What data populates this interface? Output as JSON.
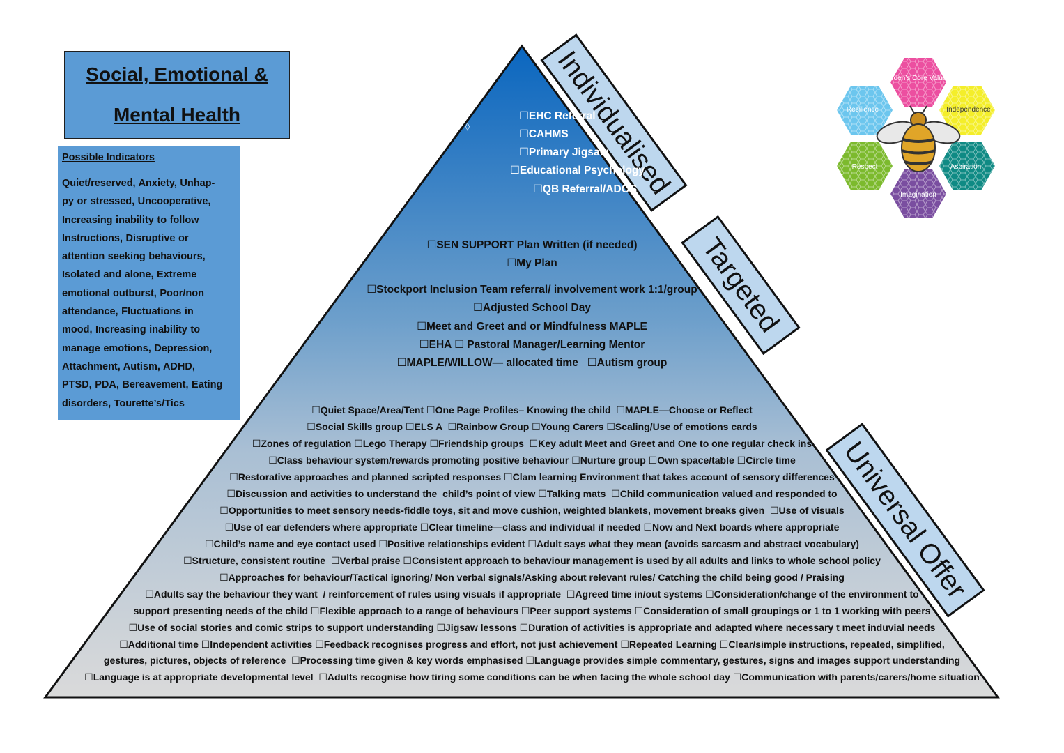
{
  "title": {
    "line1": "Social, Emotional &",
    "line2": "Mental Health"
  },
  "indicators": {
    "heading": "Possible Indicators",
    "lines": [
      "Quiet/reserved, Anxiety, Unhap-",
      "py or stressed,  Uncooperative,",
      "Increasing inability to follow",
      "Instructions, Disruptive or",
      "attention seeking behaviours,",
      "Isolated and alone, Extreme",
      "emotional outburst, Poor/non",
      "attendance, Fluctuations in",
      "mood, Increasing inability to",
      "manage emotions, Depression,",
      "Attachment, Autism, ADHD,",
      "PTSD, PDA, Bereavement, Eating",
      "disorders, Tourette’s/Tics"
    ]
  },
  "tiers": {
    "individualised": "Individualised",
    "targeted": "Targeted",
    "universal": "Universal Offer"
  },
  "individualised_items": [
    "☐EHC Referral",
    "☐CAHMS",
    "☐Primary Jigsaw",
    "☐Educational Psychology",
    "☐QB Referral/ADOS"
  ],
  "targeted_items": [
    "☐SEN SUPPORT Plan Written (if needed)",
    "☐My Plan",
    "☐Stockport Inclusion Team referral/ involvement work 1:1/group",
    "☐Adjusted School Day",
    "☐Meet and Greet and or Mindfulness MAPLE",
    "☐EHA ☐ Pastoral Manager/Learning Mentor",
    "☐MAPLE/WILLOW— allocated time   ☐Autism group"
  ],
  "universal_items": [
    "☐Quiet Space/Area/Tent ☐One Page Profiles– Knowing the child  ☐MAPLE—Choose or Reflect",
    "☐Social Skills group ☐ELS A  ☐Rainbow Group ☐Young Carers ☐Scaling/Use of emotions cards",
    "☐Zones of regulation ☐Lego Therapy ☐Friendship groups  ☐Key adult Meet and Greet and One to one regular check ins",
    "☐Class behaviour system/rewards promoting positive behaviour ☐Nurture group ☐Own space/table ☐Circle time",
    "☐Restorative approaches and planned scripted responses ☐Clam learning Environment that takes account of sensory differences",
    "☐Discussion and activities to understand the  child’s point of view ☐Talking mats  ☐Child communication valued and responded to",
    "☐Opportunities to meet sensory needs-fiddle toys, sit and move cushion, weighted blankets, movement breaks given  ☐Use of visuals",
    "☐Use of ear defenders where appropriate ☐Clear timeline—class and individual if needed ☐Now and Next boards where appropriate",
    "☐Child’s name and eye contact used ☐Positive relationships evident ☐Adult says what they mean (avoids sarcasm and abstract vocabulary)",
    "☐Structure, consistent routine  ☐Verbal praise ☐Consistent approach to behaviour management is used by all adults and links to whole school policy",
    "☐Approaches for behaviour/Tactical ignoring/ Non verbal signals/Asking about relevant rules/ Catching the child being good / Praising",
    "☐Adults say the behaviour they want  / reinforcement of rules using visuals if appropriate  ☐Agreed time in/out systems ☐Consideration/change of the environment to",
    "support presenting needs of the child ☐Flexible approach to a range of behaviours ☐Peer support systems ☐Consideration of small groupings or 1 to 1 working with peers",
    "☐Use of social stories and comic strips to support understanding ☐Jigsaw lessons ☐Duration of activities is appropriate and adapted where necessary t meet induvial needs",
    "☐Additional time ☐Independent activities ☐Feedback recognises progress and effort, not just achievement ☐Repeated Learning ☐Clear/simple instructions, repeated, simplified,",
    "gestures, pictures, objects of reference  ☐Processing time given & key words emphasised ☐Language provides simple commentary, gestures, signs and images support understanding",
    "☐Language is at appropriate developmental level  ☐Adults recognise how tiring some conditions can be when facing the whole school day ☐Communication with parents/carers/home situation"
  ],
  "logo": {
    "hexagons": [
      {
        "label": "Arden’s Core Values",
        "color": "#ec4fa0"
      },
      {
        "label": "Resilience",
        "color": "#6cc6ee"
      },
      {
        "label": "Independence",
        "color": "#f4ee2a"
      },
      {
        "label": "Respect",
        "color": "#7cba2d"
      },
      {
        "label": "Aspiration",
        "color": "#0f8a84"
      },
      {
        "label": "Imagination",
        "color": "#7a4ea0"
      }
    ]
  },
  "colors": {
    "pyramid_top": "#0a66bf",
    "pyramid_mid": "#6d9fcb",
    "pyramid_bottom": "#d9d9d9",
    "panel_blue": "#5b9bd5",
    "label_blue": "#bdd7ee"
  }
}
